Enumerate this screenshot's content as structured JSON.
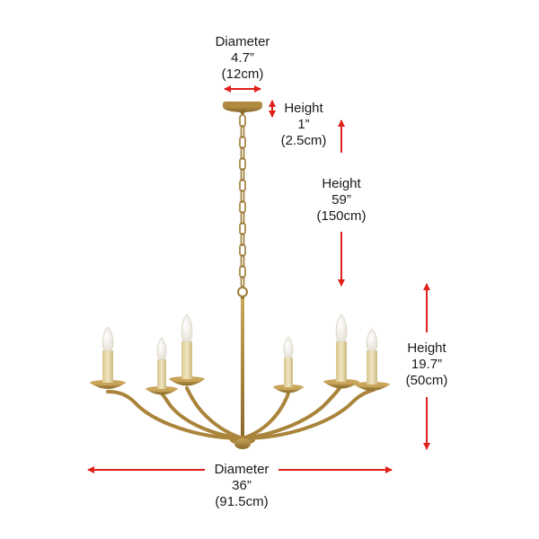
{
  "colors": {
    "dimension_arrow": "#e0201b",
    "brass": "#b08a3e",
    "brass_dark": "#8a6a2a",
    "candle_sleeve": "#e6d8a8",
    "text": "#1a1a1a"
  },
  "dimensions": {
    "canopy_diameter": {
      "label": "Diameter",
      "imperial": "4.7”",
      "metric": "(12cm)"
    },
    "canopy_height": {
      "label": "Height",
      "imperial": "1”",
      "metric": "(2.5cm)"
    },
    "chain_height": {
      "label": "Height",
      "imperial": "59”",
      "metric": "(150cm)"
    },
    "fixture_height": {
      "label": "Height",
      "imperial": "19.7”",
      "metric": "(50cm)"
    },
    "fixture_diameter": {
      "label": "Diameter",
      "imperial": "36”",
      "metric": "(91.5cm)"
    }
  },
  "product": {
    "name": "six-light brass chandelier",
    "candle_count": 6
  }
}
